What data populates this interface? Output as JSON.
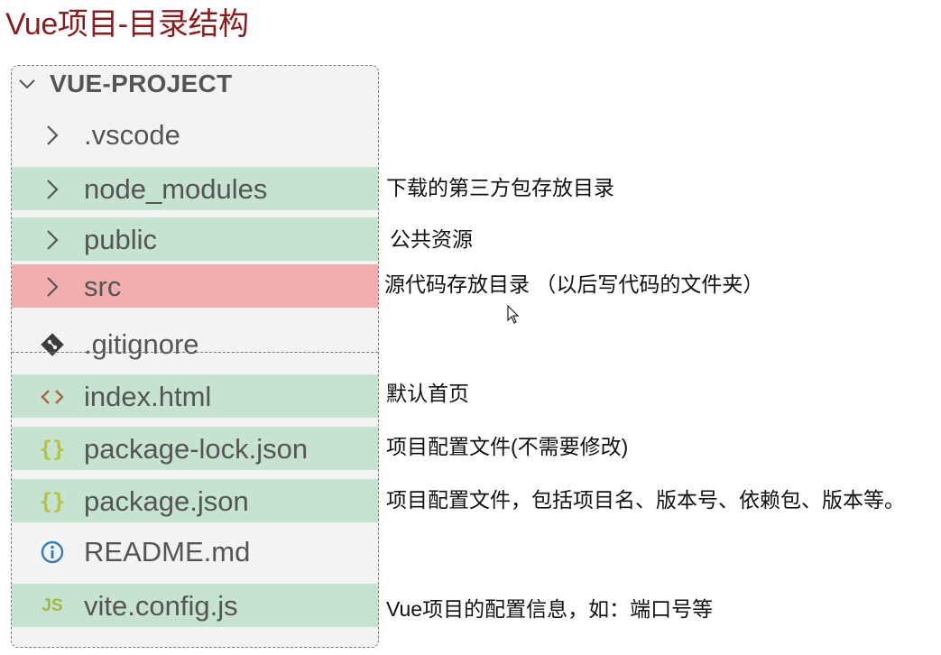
{
  "title": "Vue项目-目录结构",
  "explorer": {
    "header": "VUE-PROJECT",
    "items": [
      {
        "name": ".vscode",
        "icon": "chevron-right-icon"
      },
      {
        "name": "node_modules",
        "icon": "chevron-right-icon",
        "highlight": "green"
      },
      {
        "name": "public",
        "icon": "chevron-right-icon",
        "highlight": "green"
      },
      {
        "name": "src",
        "icon": "chevron-right-icon",
        "highlight": "red"
      },
      {
        "name": ".gitignore",
        "icon": "git-icon"
      },
      {
        "name": "index.html",
        "icon": "html-icon",
        "highlight": "green"
      },
      {
        "name": "package-lock.json",
        "icon": "json-icon",
        "highlight": "green"
      },
      {
        "name": "package.json",
        "icon": "json-icon",
        "highlight": "green"
      },
      {
        "name": "README.md",
        "icon": "info-icon"
      },
      {
        "name": "vite.config.js",
        "icon": "js-icon",
        "highlight": "green"
      }
    ]
  },
  "annotations": {
    "node_modules": "下载的第三方包存放目录",
    "public": "公共资源",
    "src": "源代码存放目录 （以后写代码的文件夹）",
    "index_html": "默认首页",
    "package_lock_json": "项目配置文件(不需要修改)",
    "package_json": "项目配置文件，包括项目名、版本号、依赖包、版本等。",
    "vite_config_js": "Vue项目的配置信息，如：端口号等"
  },
  "icon_glyphs": {
    "js-icon": "JS",
    "json-icon": "{}"
  },
  "colors": {
    "title": "#8b1c1c",
    "highlight_green": "#c6e3cf",
    "highlight_red": "#f2aeaf",
    "panel_bg": "#f3f3f3",
    "json_icon": "#b5c13f",
    "js_icon": "#a0b94a",
    "info_icon": "#2f7fbd"
  }
}
